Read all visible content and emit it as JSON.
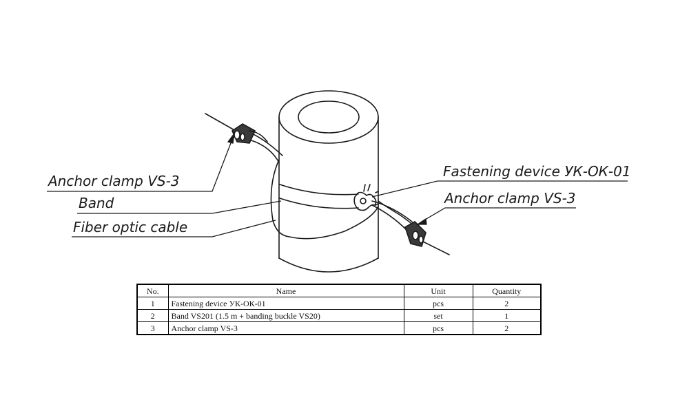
{
  "callouts": {
    "anchor_clamp_left": "Anchor clamp VS-3",
    "band": "Band",
    "fiber_optic_cable": "Fiber optic cable",
    "fastening_device": "Fastening device УК-ОК-01",
    "anchor_clamp_right": "Anchor clamp VS-3"
  },
  "table": {
    "headers": [
      "No.",
      "Name",
      "Unit",
      "Quantity"
    ],
    "rows": [
      {
        "no": "1",
        "name": "Fastening device УК-ОК-01",
        "unit": "pcs",
        "quantity": "2"
      },
      {
        "no": "2",
        "name": "Band VS201 (1.5 m + banding buckle VS20)",
        "unit": "set",
        "quantity": "1"
      },
      {
        "no": "3",
        "name": "Anchor clamp VS-3",
        "unit": "pcs",
        "quantity": "2"
      }
    ]
  }
}
